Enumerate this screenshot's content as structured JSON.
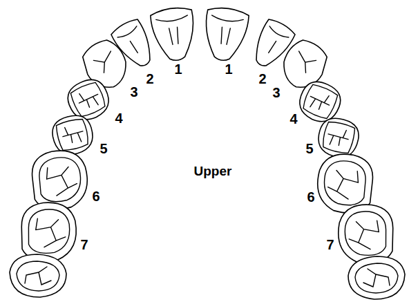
{
  "diagram": {
    "labels": [
      "1",
      "1",
      "2",
      "2",
      "3",
      "3",
      "4",
      "4",
      "5",
      "5",
      "Upper",
      "6",
      "6",
      "7",
      "7"
    ]
  }
}
